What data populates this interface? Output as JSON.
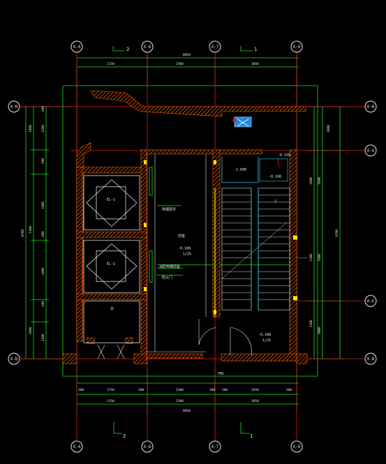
{
  "axes": {
    "top": [
      "X-4",
      "X-6",
      "X-7",
      "X-9"
    ],
    "bottom": [
      "X-4",
      "X-6",
      "X-7",
      "X-9"
    ],
    "left": [
      "X-H",
      "X-D"
    ],
    "right": [
      "X-H",
      "X-G",
      "X-E",
      "X-D"
    ]
  },
  "section_marks": {
    "top_left": "2",
    "top_right": "1",
    "bottom_left": "2",
    "bottom_right": "1"
  },
  "dimensions": {
    "top_total": "8050",
    "top_segments": [
      "2150",
      "2500",
      "3050"
    ],
    "bottom_segments": [
      "2150",
      "2500",
      "3050"
    ],
    "bottom_total": "8050",
    "bottom_detail": [
      "200",
      "1750",
      "200",
      "2300",
      "200",
      "200",
      "2650",
      "200"
    ],
    "left_total": "9700",
    "left_outer": [
      "1800",
      "5100",
      "2800"
    ],
    "left_detail": [
      "600",
      "1200",
      "600",
      "2400",
      "600",
      "2400",
      "600",
      "1200"
    ],
    "right_outer": [
      "1800",
      "2600",
      "3300",
      "2000"
    ],
    "right_detail": [
      "2600",
      "2100",
      "1200"
    ],
    "right_total": "9700"
  },
  "labels": {
    "elev_lift_1": "-2.600",
    "elev_lift_2": "-0.100",
    "elev_right_top": "-0.150",
    "elev_hall": "-0.100",
    "elev_hall_slope": "1/2%",
    "elev_corr": "-0.100",
    "elev_corr_slope": "1/2%",
    "lift1": "EL-1",
    "lift2": "EL-2",
    "room_hall": "前室",
    "note_1": "排烟竖井",
    "note_2": "消防电梯前室",
    "note_3": "防火门",
    "stair_up": "上",
    "shaft": "井",
    "door_tag": "FM1"
  }
}
